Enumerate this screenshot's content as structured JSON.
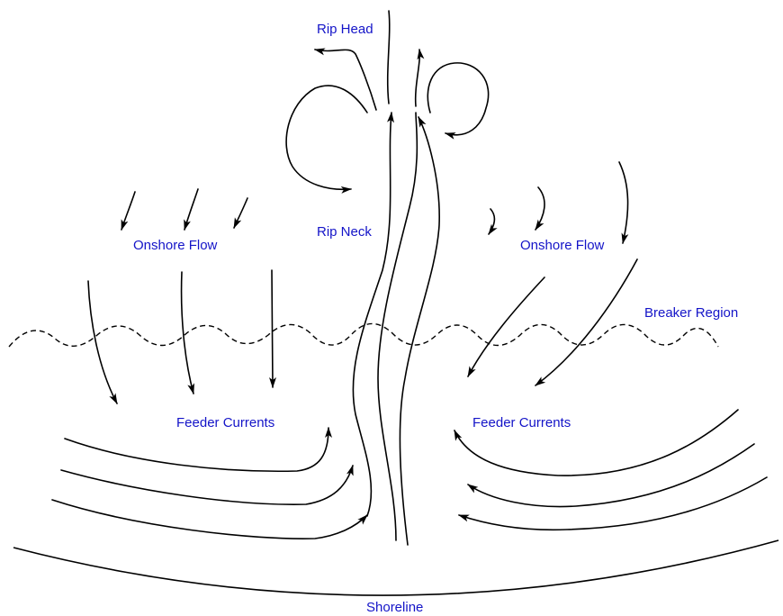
{
  "colors": {
    "label": "#1414c8",
    "line": "#000000",
    "background": "#ffffff"
  },
  "labels": {
    "rip_head": "Rip Head",
    "rip_neck": "Rip Neck",
    "onshore_flow_left": "Onshore Flow",
    "onshore_flow_right": "Onshore Flow",
    "breaker_region": "Breaker Region",
    "feeder_currents_left": "Feeder Currents",
    "feeder_currents_right": "Feeder Currents",
    "shoreline": "Shoreline"
  }
}
